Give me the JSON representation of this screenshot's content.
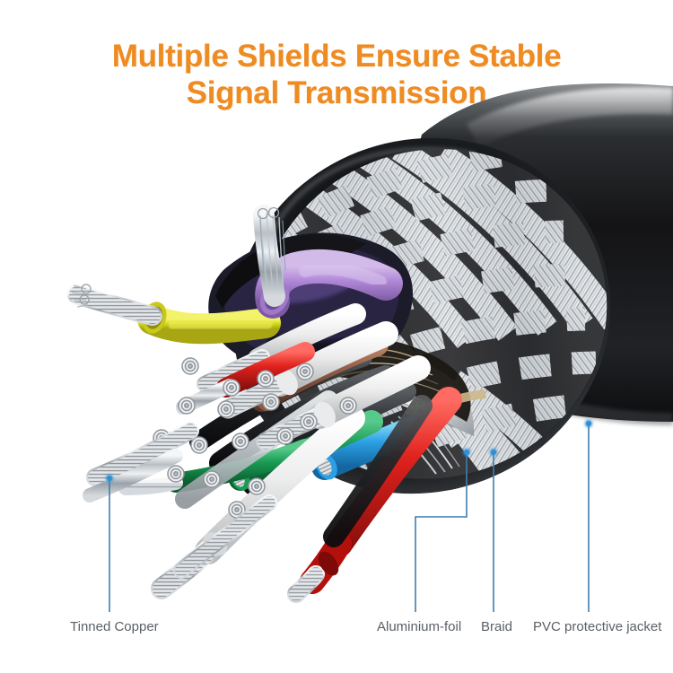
{
  "title": {
    "line1": "Multiple Shields Ensure Stable",
    "line2": "Signal Transmission",
    "color": "#ee8b22"
  },
  "callouts": [
    {
      "id": "tinned-copper",
      "label": "Tinned Copper"
    },
    {
      "id": "aluminium-foil",
      "label": "Aluminium-foil"
    },
    {
      "id": "braid",
      "label": "Braid"
    },
    {
      "id": "pvc-jacket",
      "label": "PVC protective jacket"
    }
  ],
  "leader_line_color": "#3d7fae",
  "label_color": "#5b6065",
  "illustration": {
    "subject": "cut-away multi-core cable cross-section",
    "layers": [
      "tinned copper stranded conductors",
      "coloured PVC wire insulation",
      "aluminium-foil shield",
      "tinned copper braid shield",
      "black PVC protective jacket"
    ],
    "wire_colors": {
      "yellow": "#e3e32a",
      "purple": "#b08ad4",
      "white": "#f2f2f2",
      "red": "#e02b2b",
      "green": "#1f9e55",
      "blue": "#2a9be0",
      "brown": "#9a6246",
      "black": "#1a1a1a",
      "grey": "#c9ced2",
      "copper_strand": "#c8ccd0",
      "drain_wire_gold": "#d4a72c",
      "braid_silver": "#d8dcdf",
      "jacket_black": "#1c1c1e"
    }
  }
}
